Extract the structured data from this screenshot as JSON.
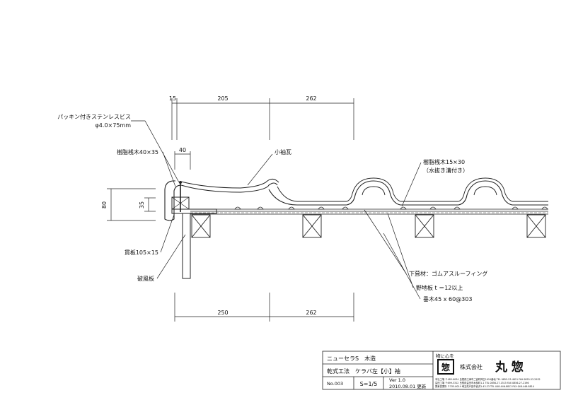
{
  "dimensions": {
    "top": [
      "15",
      "205",
      "262"
    ],
    "left": [
      "40",
      "35",
      "80"
    ],
    "bottom": [
      "250",
      "262"
    ]
  },
  "labels": {
    "screw_line1": "パッキン付きステンレスビス",
    "screw_line2": "φ4.0×75mm",
    "resin_batten_left": "樹脂桟木40×35",
    "small_tile": "小袖瓦",
    "resin_batten_right_line1": "樹脂桟木15×30",
    "resin_batten_right_line2": "（水抜き溝付き）",
    "board": "貫板105×15",
    "fascia": "破風板",
    "underlay": "下葺材：ゴムアスルーフィング",
    "sheathing": "野地板 t ＝12以上",
    "rafter": "垂木45 x 60@303"
  },
  "title_block": {
    "product": "ニューセラS　木造",
    "method": "乾式工法　ケラバ左【小】袖",
    "number": "No.003",
    "scale": "S=1/5",
    "version": "Ver 1.0",
    "date": "2010.08.01 更新",
    "company_prefix": "株式会社",
    "company_name": "丸 惣",
    "slogan": "物に心を",
    "logo_char": "惣",
    "address_lines": [
      "本社工場 〒485-0034 島根県江津市二宮町神主1010番地 TEL 0855-53-4811 FAX 0855-53-2932",
      "益田工場 〒699-3312 島根県益田市木部町1-1 TEL 0856-27-1515 FAX 0856-27-2196",
      "関東営業所 〒335-0014 埼玉県戸田市喜沢1-43-23 TEL 048-446-8812 FAX 048-446-8814"
    ]
  }
}
